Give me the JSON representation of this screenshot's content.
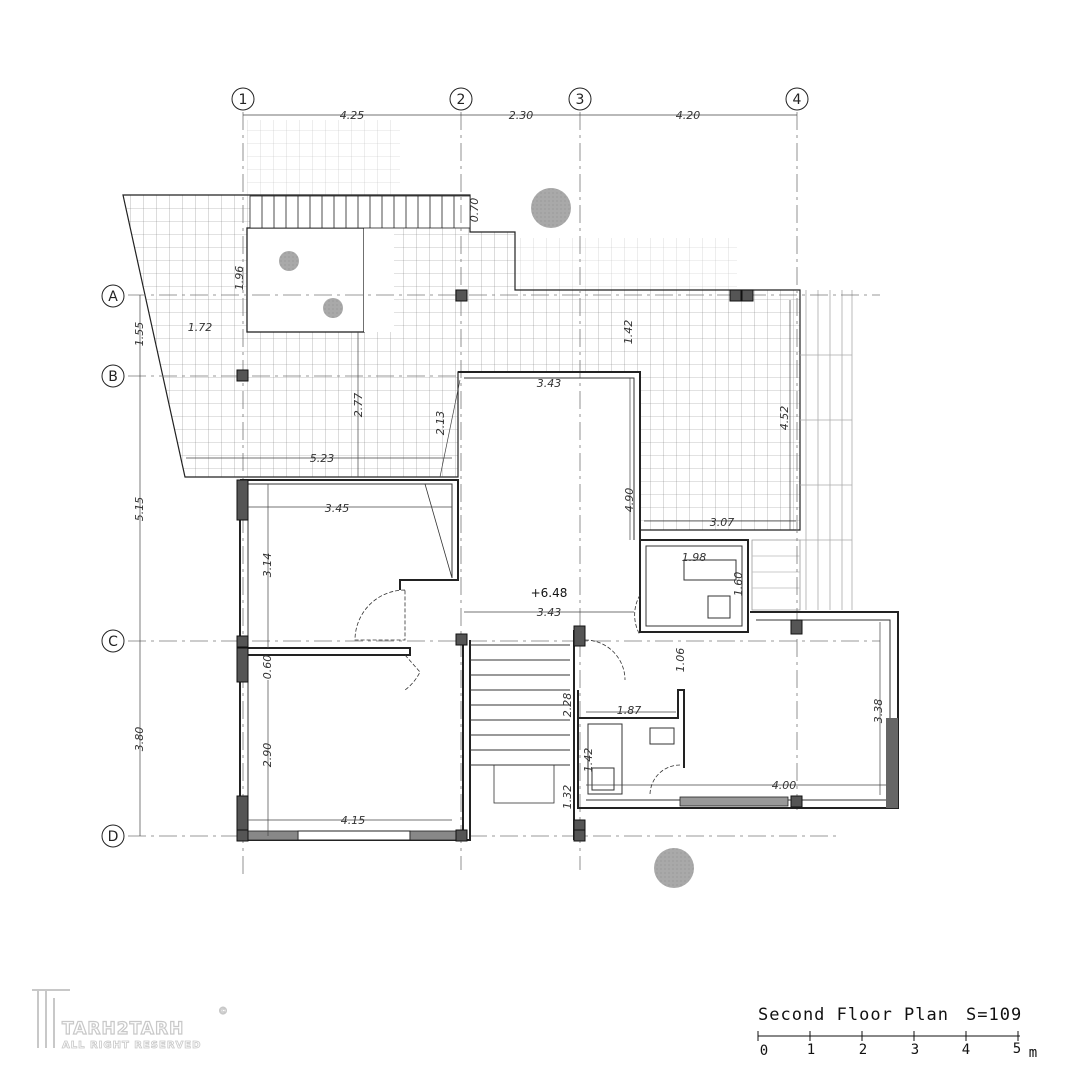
{
  "drawing": {
    "title": "Second Floor Plan",
    "scale": "S=109",
    "elevation": "+6.48",
    "scale_bar": {
      "ticks": [
        "0",
        "1",
        "2",
        "3",
        "4",
        "5"
      ],
      "unit": "m"
    },
    "logo": {
      "name": "TARH2TARH",
      "mark": "©",
      "tagline": "ALL RIGHT RESERVED"
    }
  },
  "grid_axes": {
    "vertical": [
      "1",
      "2",
      "3",
      "4"
    ],
    "horizontal": [
      "A",
      "B",
      "C",
      "D"
    ]
  },
  "dimensions": {
    "top_1_2": "4.25",
    "top_2_3": "2.30",
    "top_3_4": "4.20",
    "left_a_b": "1.55",
    "left_b_c": "5.15",
    "left_c_d": "3.80",
    "stair_top": "0.70",
    "void_height": "1.96",
    "void_offset": "1.72",
    "terrace_width": "5.23",
    "terrace_depth": "2.77",
    "terrace_step": "2.13",
    "terrace_right_depth": "1.42",
    "hall_top_width": "3.43",
    "hall_bottom_width": "3.43",
    "hall_height": "4.90",
    "terrace_right_height": "4.52",
    "terrace_right_width": "3.07",
    "room1_width": "3.45",
    "room1_depth": "3.14",
    "bath1_width": "1.98",
    "bath1_depth": "1.60",
    "corridor": "0.60",
    "room2_depth": "2.90",
    "room2_width": "4.15",
    "bath2_stair": "2.28",
    "bath2_width": "1.87",
    "bath2_depth": "1.42",
    "bath2_lower": "1.32",
    "door_gap": "1.06",
    "room3_depth": "3.38",
    "room3_width": "4.00"
  }
}
